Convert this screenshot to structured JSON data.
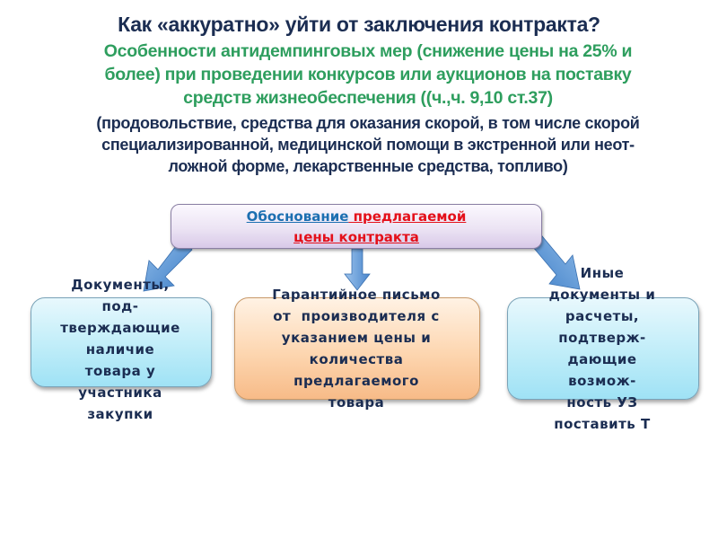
{
  "slide": {
    "title": "Как «аккуратно» уйти от заключения контракта?",
    "subtitle_lines": [
      "Особенности антидемпинговых мер (снижение цены на 25% и",
      "более) при проведении конкурсов или аукционов на поставку",
      "средств жизнеобеспечения ((ч.,ч. 9,10 ст.37)"
    ],
    "note_lines": [
      "(продовольствие, средства для оказания скорой, в том числе скорой",
      "специализированной, медицинской помощи в экстренной или неот-",
      "ложной форме, лекарственные средства, топливо)"
    ],
    "center_box": {
      "part_blue": "Обоснование",
      "part_red_line1": " предлагаемой",
      "part_red_line2": "цены контракта"
    },
    "left_box": {
      "lines": [
        "Документы,",
        "под-",
        "тверждающие",
        "наличие",
        "товара у",
        "участника",
        "закупки"
      ]
    },
    "middle_box": {
      "lines": [
        "Гарантийное письмо",
        "от  производителя с",
        "указанием цены и",
        "количества",
        "предлагаемого",
        "товара"
      ]
    },
    "right_box": {
      "lines": [
        "Иные",
        "документы и",
        "расчеты,",
        "подтверж-",
        "дающие",
        "возмож-",
        "ность УЗ",
        "поставить Т"
      ]
    },
    "colors": {
      "title": "#1b2d52",
      "subtitle": "#2e9e5e",
      "accent_blue": "#1c6fb1",
      "accent_red": "#e4101a",
      "arrow": "#5b95d6"
    }
  }
}
